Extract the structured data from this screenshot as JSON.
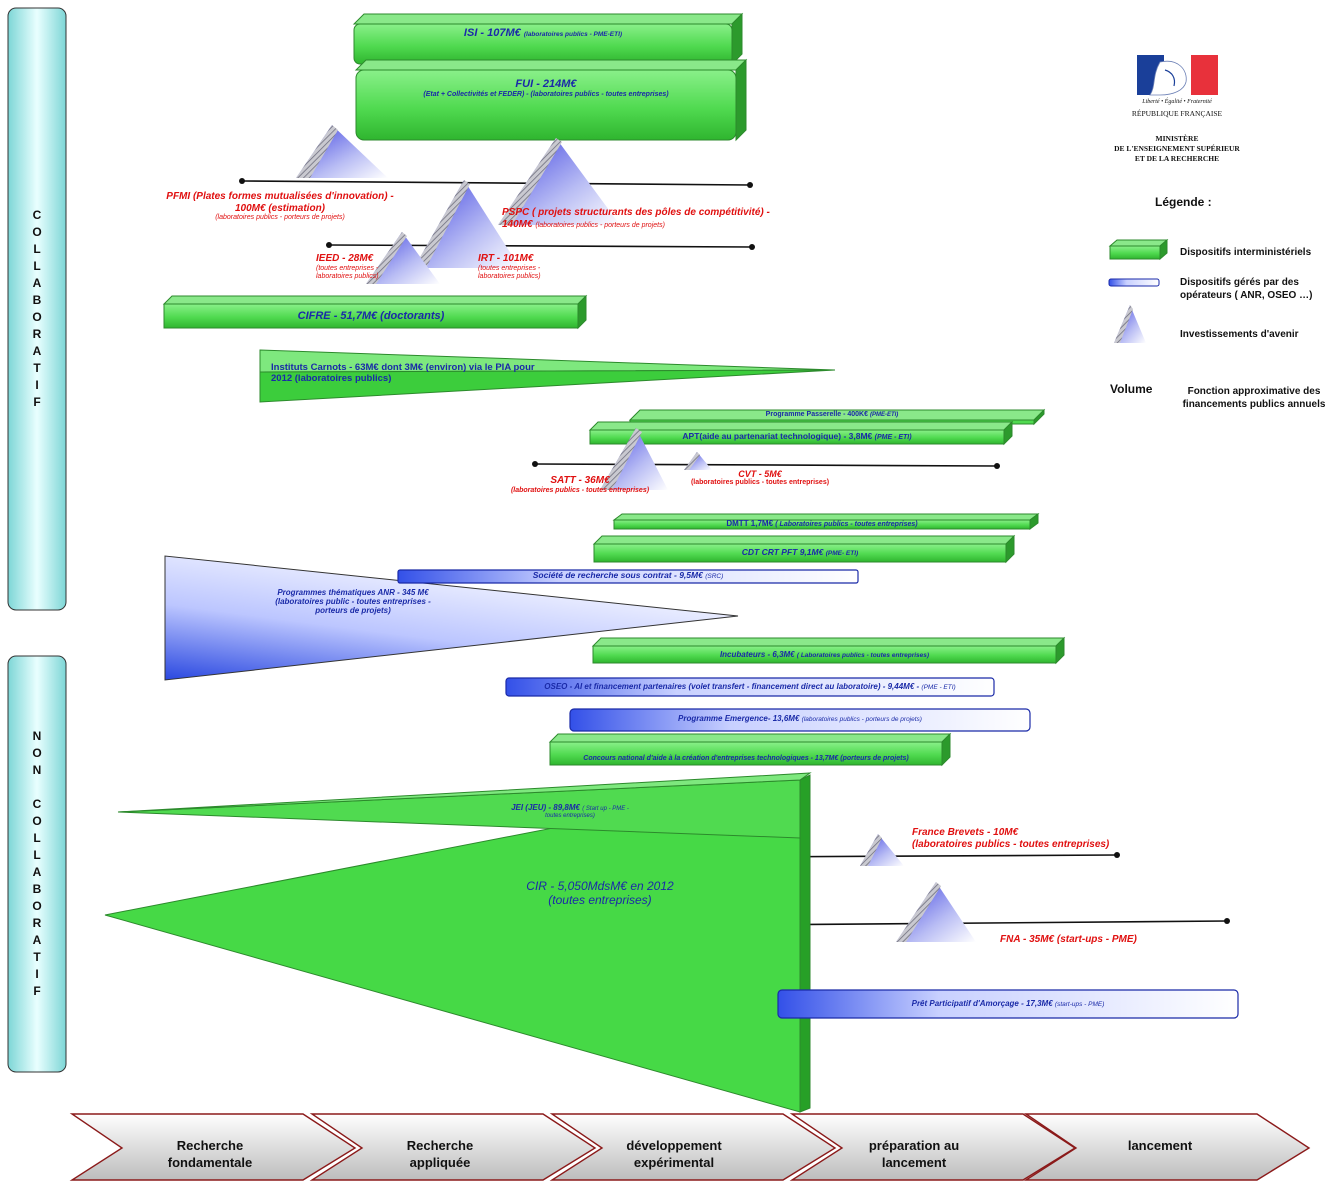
{
  "side": {
    "collaboratif": [
      "C",
      "O",
      "L",
      "L",
      "A",
      "B",
      "O",
      "R",
      "A",
      "T",
      "I",
      "F"
    ],
    "non_collaboratif": [
      "N",
      "O",
      "N",
      "",
      "C",
      "O",
      "L",
      "L",
      "A",
      "B",
      "O",
      "R",
      "A",
      "T",
      "I",
      "F"
    ]
  },
  "logo": {
    "motto": "Liberté • Égalité • Fraternité",
    "republic": "RÉPUBLIQUE FRANÇAISE",
    "ministry": [
      "MINISTÈRE",
      "DE L'ENSEIGNEMENT SUPÉRIEUR",
      "ET DE LA RECHERCHE"
    ]
  },
  "legend": {
    "title": "Légende :",
    "items": [
      "Dispositifs interministériels",
      "Dispositifs gérés par des opérateurs ( ANR, OSEO …)",
      "Investissements d'avenir"
    ],
    "volume_label": "Volume",
    "volume_text": "Fonction approximative des financements publics annuels"
  },
  "devices": {
    "isi": {
      "main": "ISI - 107M€",
      "sub": "(laboratoires publics - PME-ETI)"
    },
    "fui": {
      "main": "FUI - 214M€",
      "sub": "(Etat + Collectivités et FEDER) - (laboratoires publics - toutes entreprises)"
    },
    "pfmi": {
      "l1": "PFMI (Plates formes mutualisées d'innovation) -",
      "l2": "100M€ (estimation)",
      "sub": "(laboratoires publics - porteurs de projets)"
    },
    "pspc": {
      "l1": "PSPC ( projets structurants des pôles de compétitivité) -",
      "l2": "140M€",
      "sub": "(laboratoires publics - porteurs de projets)"
    },
    "ieed": {
      "l1": "IEED - 28M€",
      "s1": "(toutes entreprises -",
      "s2": "laboratoires publics)"
    },
    "irt": {
      "l1": "IRT - 101M€",
      "s1": "(toutes entreprises -",
      "s2": "laboratoires publics)"
    },
    "cifre": {
      "main": "CIFRE",
      "rest": "- 51,7M€ (doctorants)"
    },
    "carnot": {
      "l1": "Instituts Carnots - 63M€ dont 3M€ (environ) via le PIA pour",
      "l2": "2012 (laboratoires publics)"
    },
    "passerelle": {
      "main": "Programme Passerelle - 400K€",
      "sub": "(PME-ETI)"
    },
    "apt": {
      "main": "APT(aide au partenariat technologique) -  3,8M€",
      "sub": "(PME - ETI)"
    },
    "satt": {
      "l1": "SATT - 36M€",
      "sub": "(laboratoires publics - toutes entreprises)"
    },
    "cvt": {
      "l1": "CVT - 5M€",
      "sub": "(laboratoires publics - toutes entreprises)"
    },
    "dmtt": {
      "main": "DMTT 1,7M€",
      "sub": "( Laboratoires publics - toutes entreprises)"
    },
    "cdt": {
      "main": "CDT CRT PFT  9,1M€",
      "sub": "(PME- ETI)"
    },
    "src": {
      "main": "Société de recherche sous contrat - 9,5M€",
      "sub": "(SRC)"
    },
    "anr": {
      "l1": "Programmes thématiques ANR - 345 M€",
      "l2": "(laboratoires public - toutes entreprises -",
      "l3": "porteurs de projets)"
    },
    "incub": {
      "main": "Incubateurs - 6,3M€",
      "sub": "( Laboratoires publics - toutes entreprises)"
    },
    "oseo": {
      "main": "OSEO - AI et financement partenaires (volet transfert - financement direct au laboratoire) - 9,44M€ -",
      "sub": "(PME - ETI)"
    },
    "emergence": {
      "main": "Programme Emergence- 13,6M€",
      "sub": "(laboratoires publics - porteurs de projets)"
    },
    "concours": {
      "main": "Concours national d'aide à la création d'entreprises technologiques - 13,7M€",
      "sub": "(porteurs de projets)"
    },
    "jei": {
      "main": "JEI (JEU)  -  89,8M€",
      "sub1": "( Start up - PME -",
      "sub2": "toutes entreprises)"
    },
    "france_brevets": {
      "l1": "France Brevets - 10M€",
      "l2": "(laboratoires publics - toutes entreprises)"
    },
    "cir": {
      "l1": "CIR  - 5,050MdsM€ en 2012",
      "l2": "(toutes entreprises)"
    },
    "fna": {
      "l1": "FNA - 35M€  (start-ups - PME)"
    },
    "ppa": {
      "main": "Prêt Participatif d'Amorçage - 17,3M€",
      "sub": "(start-ups - PME)"
    }
  },
  "stages": [
    {
      "l1": "Recherche",
      "l2": "fondamentale"
    },
    {
      "l1": "Recherche",
      "l2": "appliquée"
    },
    {
      "l1": "développement",
      "l2": "expérimental"
    },
    {
      "l1": "préparation au",
      "l2": "lancement"
    },
    {
      "l1": "lancement",
      "l2": ""
    }
  ],
  "colors": {
    "green": "#4fd94f",
    "green_dark": "#2c9a2c",
    "navy": "#1a2aa8",
    "red": "#e01010",
    "flag_blue": "#1a3f99",
    "flag_red": "#e8313b"
  }
}
